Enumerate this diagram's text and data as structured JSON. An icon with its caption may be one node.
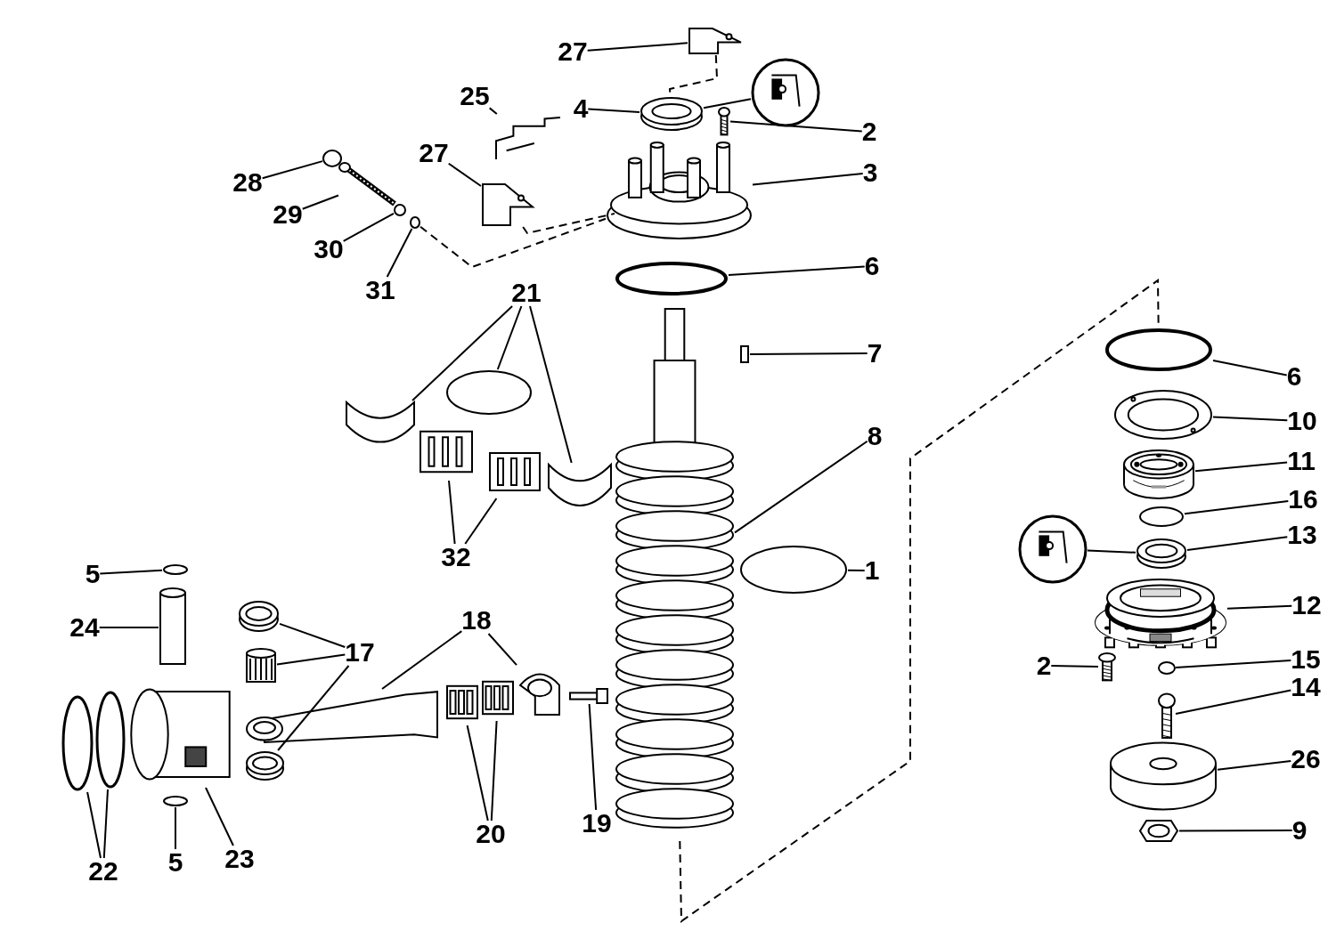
{
  "diagram": {
    "nodes": [
      {
        "text": [
          "27"
        ]
      },
      {
        "text": [],
        "shape": "picture"
      },
      {
        "text": [
          "4"
        ]
      },
      {
        "text": [],
        "shape": "picture"
      },
      {
        "text": [],
        "shape": "circle"
      },
      {
        "text": [
          "2"
        ]
      },
      {
        "text": [],
        "shape": "picture"
      },
      {
        "text": [
          "25"
        ]
      },
      {
        "text": [],
        "shape": "picture"
      },
      {
        "text": [
          "3"
        ]
      },
      {
        "text": [],
        "shape": "picture"
      },
      {
        "text": [
          "28"
        ]
      },
      {
        "text": [],
        "shape": "circle"
      },
      {
        "text": [
          "27"
        ]
      },
      {
        "text": [],
        "shape": "picture"
      },
      {
        "text": [
          "29"
        ]
      },
      {
        "text": [],
        "shape": "picture"
      },
      {
        "text": [
          "30"
        ]
      },
      {
        "text": [],
        "shape": "circle"
      },
      {
        "text": [
          "31"
        ]
      },
      {
        "text": [],
        "shape": "circle"
      },
      {
        "text": [
          "6"
        ]
      },
      {
        "text": [],
        "shape": "circle"
      },
      {
        "text": [
          "21"
        ]
      },
      {
        "text": [],
        "shape": "picture"
      },
      {
        "text": [],
        "shape": "circle"
      },
      {
        "text": [],
        "shape": "picture"
      },
      {
        "text": [
          "7"
        ]
      },
      {
        "text": [],
        "shape": "box"
      },
      {
        "text": [
          "8"
        ]
      },
      {
        "text": [],
        "shape": "picture"
      },
      {
        "text": [
          "32"
        ]
      },
      {
        "text": [],
        "shape": "picture"
      },
      {
        "text": [],
        "shape": "picture"
      },
      {
        "text": [
          "1"
        ]
      },
      {
        "text": [],
        "shape": "circle"
      },
      {
        "text": [
          "5"
        ]
      },
      {
        "text": [],
        "shape": "circle"
      },
      {
        "text": [
          "24"
        ]
      },
      {
        "text": [],
        "shape": "box"
      },
      {
        "text": [
          "17"
        ]
      },
      {
        "text": [],
        "shape": "picture"
      },
      {
        "text": [],
        "shape": "picture"
      },
      {
        "text": [],
        "shape": "picture"
      },
      {
        "text": [
          "18"
        ]
      },
      {
        "text": [],
        "shape": "picture"
      },
      {
        "text": [],
        "shape": "picture"
      },
      {
        "text": [
          "19"
        ]
      },
      {
        "text": [],
        "shape": "picture"
      },
      {
        "text": [
          "20"
        ]
      },
      {
        "text": [],
        "shape": "picture"
      },
      {
        "text": [],
        "shape": "picture"
      },
      {
        "text": [
          "22"
        ]
      },
      {
        "text": [],
        "shape": "circle"
      },
      {
        "text": [],
        "shape": "circle"
      },
      {
        "text": [
          "5"
        ]
      },
      {
        "text": [],
        "shape": "circle"
      },
      {
        "text": [
          "23"
        ]
      },
      {
        "text": [],
        "shape": "picture"
      },
      {
        "text": [
          "6"
        ]
      },
      {
        "text": [],
        "shape": "circle"
      },
      {
        "text": [
          "10"
        ]
      },
      {
        "text": [],
        "shape": "picture"
      },
      {
        "text": [
          "11"
        ]
      },
      {
        "text": [],
        "shape": "picture"
      },
      {
        "text": [
          "16"
        ]
      },
      {
        "text": [],
        "shape": "circle"
      },
      {
        "text": [
          "13"
        ]
      },
      {
        "text": [],
        "shape": "picture"
      },
      {
        "text": [],
        "shape": "circle"
      },
      {
        "text": [
          "12"
        ]
      },
      {
        "text": [],
        "shape": "picture"
      },
      {
        "text": [
          "2"
        ]
      },
      {
        "text": [],
        "shape": "picture"
      },
      {
        "text": [
          "15"
        ]
      },
      {
        "text": [],
        "shape": "circle"
      },
      {
        "text": [
          "14"
        ]
      },
      {
        "text": [],
        "shape": "picture"
      },
      {
        "text": [
          "26"
        ]
      },
      {
        "text": [],
        "shape": "picture"
      },
      {
        "text": [
          "9"
        ]
      },
      {
        "text": [],
        "shape": "picture"
      }
    ],
    "edges": [
      {
        "from": 0,
        "to": 1,
        "arrow": "none"
      },
      {
        "from": 2,
        "to": 3,
        "arrow": "none"
      },
      {
        "from": 4,
        "to": 3,
        "arrow": "none"
      },
      {
        "from": 5,
        "to": 6,
        "arrow": "none"
      },
      {
        "from": 7,
        "to": 8,
        "arrow": "none"
      },
      {
        "from": 9,
        "to": 10,
        "arrow": "none"
      },
      {
        "from": 11,
        "to": 12,
        "arrow": "none"
      },
      {
        "from": 13,
        "to": 14,
        "arrow": "none"
      },
      {
        "from": 15,
        "to": 16,
        "arrow": "none"
      },
      {
        "from": 17,
        "to": 18,
        "arrow": "none"
      },
      {
        "from": 19,
        "to": 20,
        "arrow": "none"
      },
      {
        "from": 21,
        "to": 22,
        "arrow": "none"
      },
      {
        "from": 23,
        "to": 24,
        "arrow": "none"
      },
      {
        "from": 23,
        "to": 25,
        "arrow": "none"
      },
      {
        "from": 23,
        "to": 26,
        "arrow": "none"
      },
      {
        "from": 27,
        "to": 28,
        "arrow": "none"
      },
      {
        "from": 29,
        "to": 30,
        "arrow": "none"
      },
      {
        "from": 31,
        "to": 32,
        "arrow": "none"
      },
      {
        "from": 31,
        "to": 33,
        "arrow": "none"
      },
      {
        "from": 34,
        "to": 35,
        "arrow": "none"
      },
      {
        "from": 36,
        "to": 37,
        "arrow": "none"
      },
      {
        "from": 38,
        "to": 39,
        "arrow": "none"
      },
      {
        "from": 40,
        "to": 41,
        "arrow": "none"
      },
      {
        "from": 40,
        "to": 42,
        "arrow": "none"
      },
      {
        "from": 40,
        "to": 43,
        "arrow": "none"
      },
      {
        "from": 44,
        "to": 45,
        "arrow": "none"
      },
      {
        "from": 44,
        "to": 46,
        "arrow": "none"
      },
      {
        "from": 47,
        "to": 48,
        "arrow": "none"
      },
      {
        "from": 49,
        "to": 50,
        "arrow": "none"
      },
      {
        "from": 49,
        "to": 51,
        "arrow": "none"
      },
      {
        "from": 52,
        "to": 53,
        "arrow": "none"
      },
      {
        "from": 52,
        "to": 54,
        "arrow": "none"
      },
      {
        "from": 55,
        "to": 56,
        "arrow": "none"
      },
      {
        "from": 57,
        "to": 58,
        "arrow": "none"
      },
      {
        "from": 59,
        "to": 60,
        "arrow": "none"
      },
      {
        "from": 61,
        "to": 62,
        "arrow": "none"
      },
      {
        "from": 63,
        "to": 64,
        "arrow": "none"
      },
      {
        "from": 65,
        "to": 66,
        "arrow": "none"
      },
      {
        "from": 67,
        "to": 68,
        "arrow": "none"
      },
      {
        "from": 69,
        "to": 68,
        "arrow": "none"
      },
      {
        "from": 70,
        "to": 71,
        "arrow": "none"
      },
      {
        "from": 72,
        "to": 73,
        "arrow": "none"
      },
      {
        "from": 74,
        "to": 75,
        "arrow": "none"
      },
      {
        "from": 76,
        "to": 77,
        "arrow": "none"
      },
      {
        "from": 78,
        "to": 79,
        "arrow": "none"
      },
      {
        "from": 80,
        "to": 81,
        "arrow": "none"
      },
      {
        "from": 1,
        "to": 3,
        "arrow": "none",
        "style": "dashed"
      },
      {
        "from": 14,
        "to": 10,
        "arrow": "none",
        "style": "dashed"
      },
      {
        "from": 20,
        "to": 10,
        "arrow": "none",
        "style": "dashed"
      },
      {
        "from": 30,
        "to": 60,
        "arrow": "none",
        "style": "dashed"
      }
    ]
  }
}
